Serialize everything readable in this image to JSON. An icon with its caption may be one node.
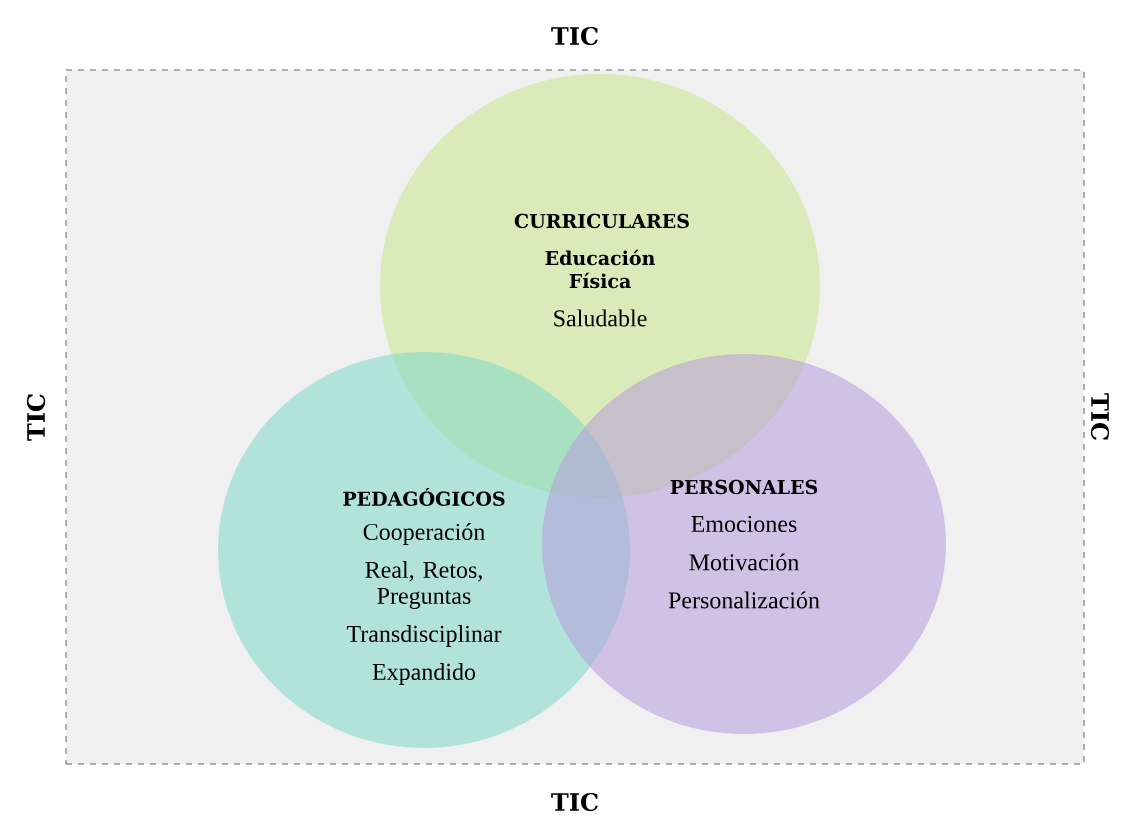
{
  "diagram": {
    "nodes": [
      {
        "text": [
          "TIC",
          "TIC",
          "TIC",
          "TIC"
        ]
      },
      {
        "text": [
          "CURRICULARES",
          "Educación Física",
          "Saludable"
        ],
        "in": 0
      },
      {
        "text": [
          "PEDAGÓGICOS",
          "Cooperación",
          "Real, Retos, Preguntas",
          "Transdisciplinar",
          "Expandido"
        ],
        "in": 0
      },
      {
        "text": [
          "PERSONALES",
          "Emociones",
          "Motivación",
          "Personalización"
        ],
        "in": 0
      }
    ]
  }
}
